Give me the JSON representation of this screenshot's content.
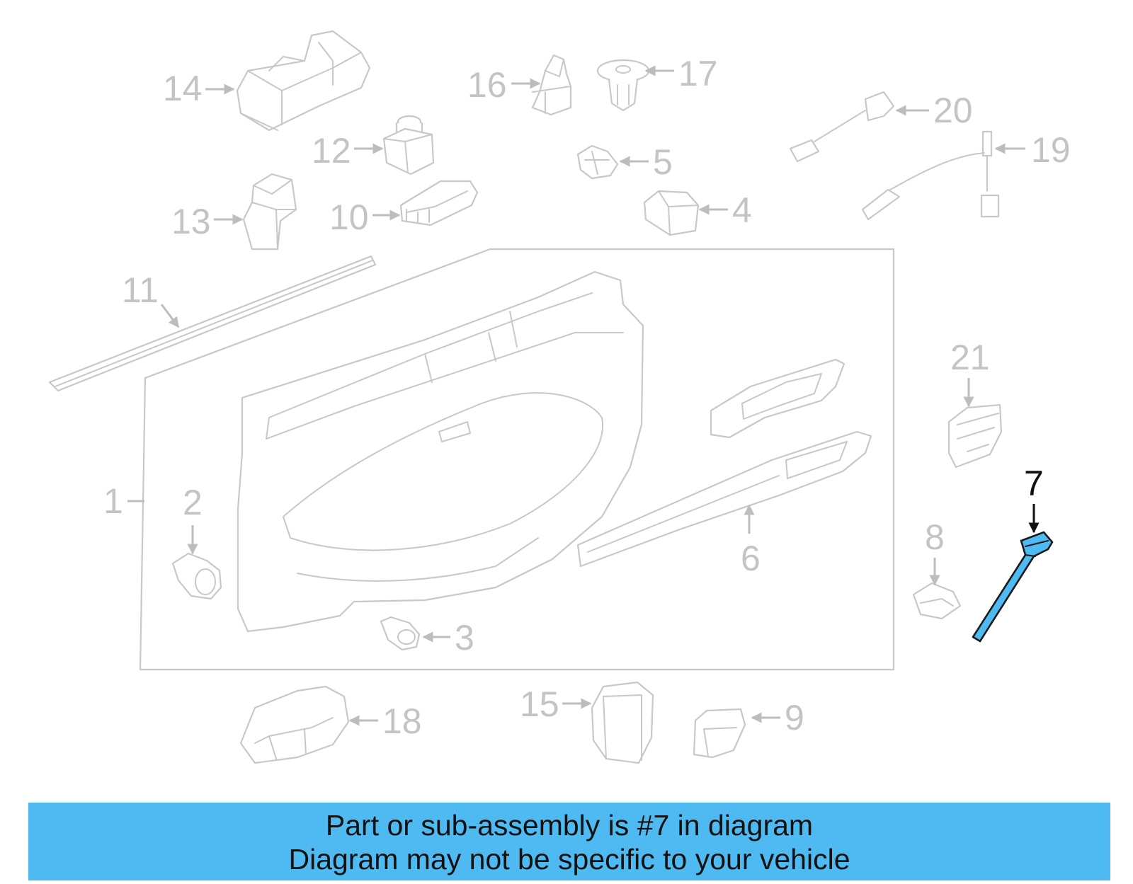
{
  "callouts": {
    "c1": "1",
    "c2": "2",
    "c3": "3",
    "c4": "4",
    "c5": "5",
    "c6": "6",
    "c7": "7",
    "c8": "8",
    "c9": "9",
    "c10": "10",
    "c11": "11",
    "c12": "12",
    "c13": "13",
    "c14": "14",
    "c15": "15",
    "c16": "16",
    "c17": "17",
    "c18": "18",
    "c19": "19",
    "c20": "20",
    "c21": "21"
  },
  "highlight": {
    "part": "7",
    "color": "#4ebaf1"
  },
  "banner": {
    "line1": "Part or sub-assembly is #7 in diagram",
    "line2": "Diagram may not be specific to your vehicle",
    "background": "#4ebaf1"
  }
}
